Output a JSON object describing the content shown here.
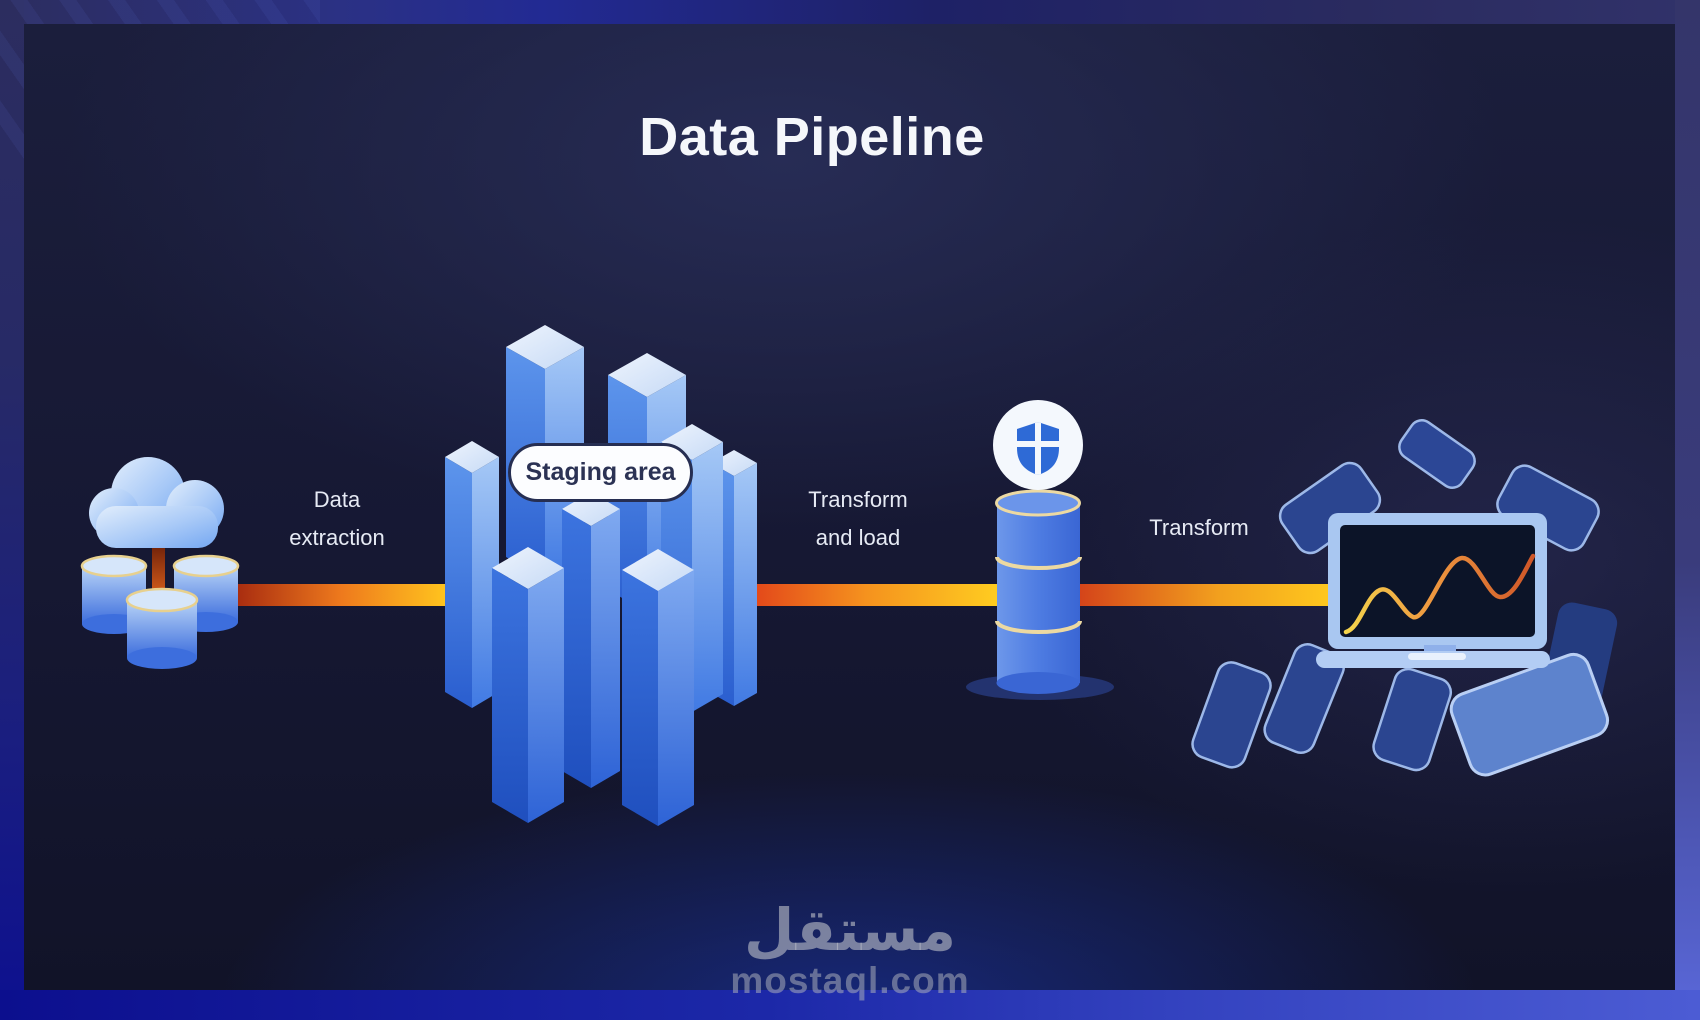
{
  "title": "Data Pipeline",
  "stages": {
    "extraction": {
      "line1": "Data",
      "line2": "extraction"
    },
    "staging": {
      "label": "Staging area"
    },
    "transform_load": {
      "line1": "Transform",
      "line2": "and load"
    },
    "transform": {
      "label": "Transform"
    }
  },
  "watermark": {
    "brand": "مستقل",
    "domain": "mostaql.com"
  },
  "icons": [
    {
      "name": "cloud-icon"
    },
    {
      "name": "database-cylinders-icon"
    },
    {
      "name": "pipeline-flow-icon"
    },
    {
      "name": "staging-pillars-icon"
    },
    {
      "name": "shield-icon"
    },
    {
      "name": "database-stack-icon"
    },
    {
      "name": "data-cards-icon"
    },
    {
      "name": "laptop-icon"
    },
    {
      "name": "chart-line-icon"
    }
  ],
  "colors": {
    "panel_background": "#181a33",
    "frame_blue": "#2d2f62",
    "frame_bottom_bright": "#4c5cd4",
    "pipe_red": "#d8451a",
    "pipe_yellow": "#ffc91e",
    "pillar_blue": "#3f77e0",
    "pillar_light": "#dce9fb",
    "title_white": "#f5f7fb",
    "label_text": "#e6eaf4",
    "pill_fill": "#fcfdff",
    "pill_text": "#2b3254",
    "shield_blue": "#2e6ad6",
    "laptop_frame": "#a9c7f1",
    "screen_dark": "#0c1428",
    "gold_ring": "#ecd9a2",
    "watermark_gray": "#babdc7"
  }
}
